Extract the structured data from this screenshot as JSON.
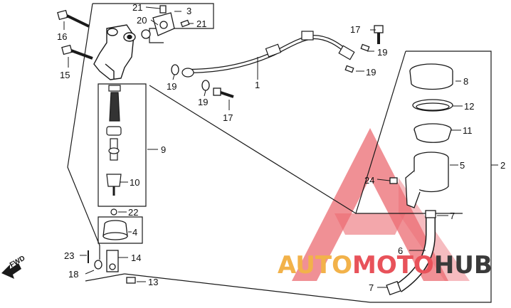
{
  "labels": {
    "l1": "1",
    "l2": "2",
    "l3": "3",
    "l4": "4",
    "l5": "5",
    "l6": "6",
    "l7a": "7",
    "l7b": "7",
    "l8": "8",
    "l9": "9",
    "l10": "10",
    "l11": "11",
    "l12": "12",
    "l13": "13",
    "l14": "14",
    "l15": "15",
    "l16": "16",
    "l17a": "17",
    "l17b": "17",
    "l18": "18",
    "l19a": "19",
    "l19b": "19",
    "l19c": "19",
    "l19d": "19",
    "l20": "20",
    "l21a": "21",
    "l21b": "21",
    "l22": "22",
    "l23": "23",
    "l24": "24"
  },
  "fwd": "FWD",
  "watermark": {
    "part1": "AUTO",
    "part2": "MOTO",
    "part3": "HUB"
  },
  "colors": {
    "line": "#1a1a1a",
    "watermark_red": "#e8525a",
    "watermark_orange": "#f2b24a",
    "watermark_dark": "#3a3a3a"
  }
}
